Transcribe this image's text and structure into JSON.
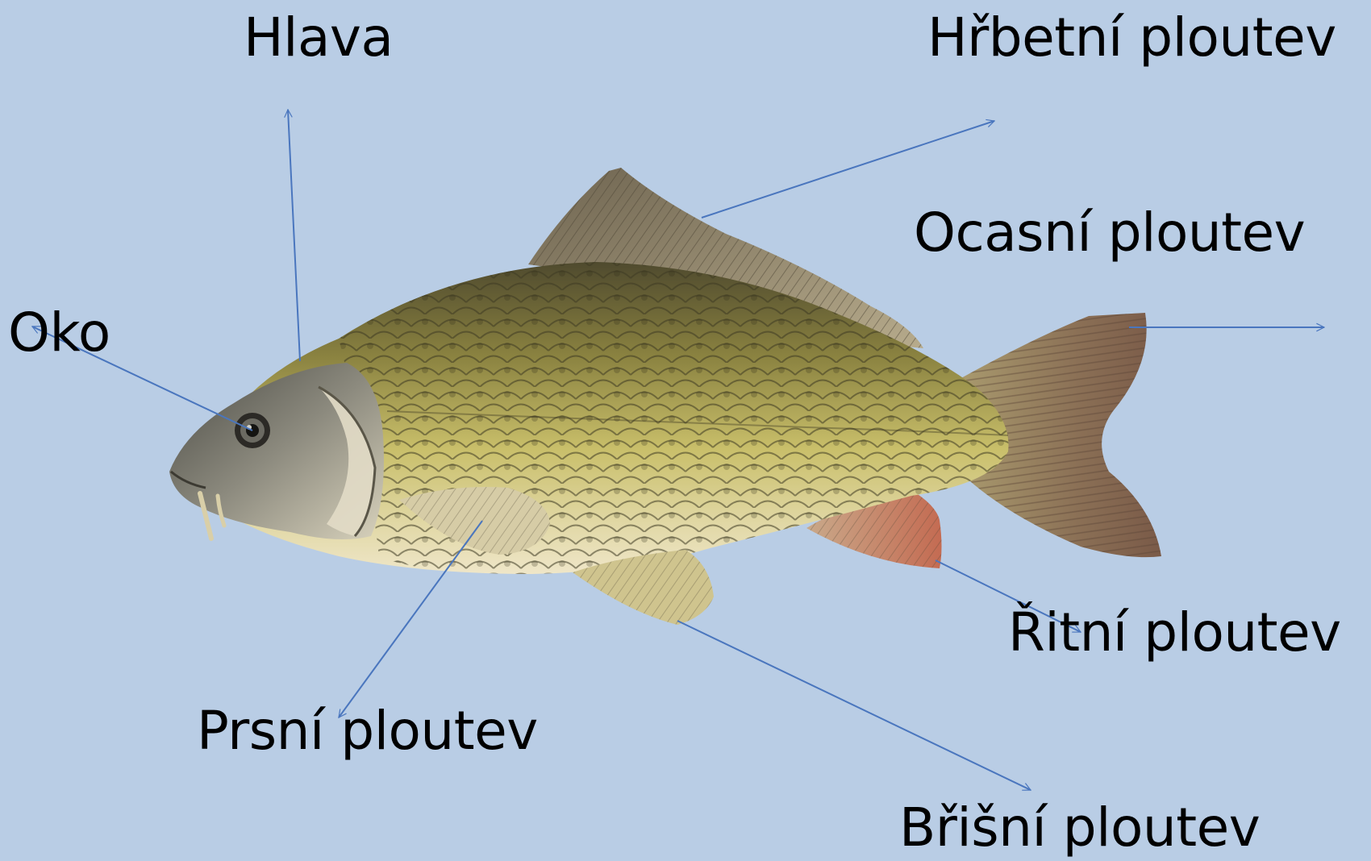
{
  "diagram": {
    "background": "#b9cde5",
    "arrow_color": "#4a76be",
    "subject_icon": "carp-fish-illustration",
    "labels": {
      "head": "Hlava",
      "dorsal_fin": "Hřbetní ploutev",
      "caudal_fin": "Ocasní ploutev",
      "eye": "Oko",
      "anal_fin": "Řitní ploutev",
      "pectoral_fin": "Prsní ploutev",
      "pelvic_fin": "Břišní ploutev"
    }
  }
}
